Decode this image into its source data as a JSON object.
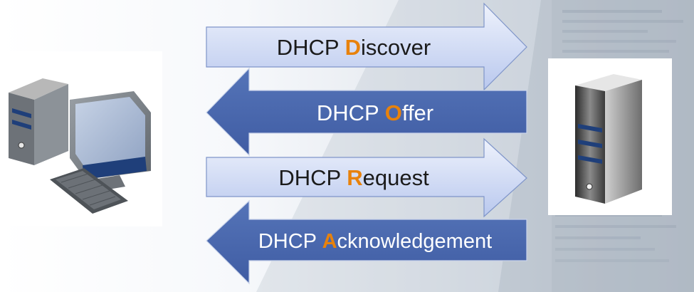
{
  "messages": [
    {
      "prefix": "DHCP ",
      "initial": "D",
      "rest": "iscover",
      "direction": "right",
      "style": "light"
    },
    {
      "prefix": "DHCP ",
      "initial": "O",
      "rest": "ffer",
      "direction": "left",
      "style": "dark"
    },
    {
      "prefix": "DHCP ",
      "initial": "R",
      "rest": "equest",
      "direction": "right",
      "style": "light"
    },
    {
      "prefix": "DHCP ",
      "initial": "A",
      "rest": "cknowledgement",
      "direction": "left",
      "style": "dark"
    }
  ],
  "colors": {
    "highlight": "#e8820c",
    "light_arrow_top": "#eef2fc",
    "light_arrow_bottom": "#b9c8ee",
    "light_arrow_stroke": "#7f95c9",
    "dark_arrow": "#4a68ae",
    "dark_arrow_stroke": "#c9d3ea",
    "dark_text": "#ffffff",
    "light_text": "#1b1b1b"
  },
  "icons": {
    "client": "desktop-computer-icon",
    "server": "tower-server-icon"
  }
}
